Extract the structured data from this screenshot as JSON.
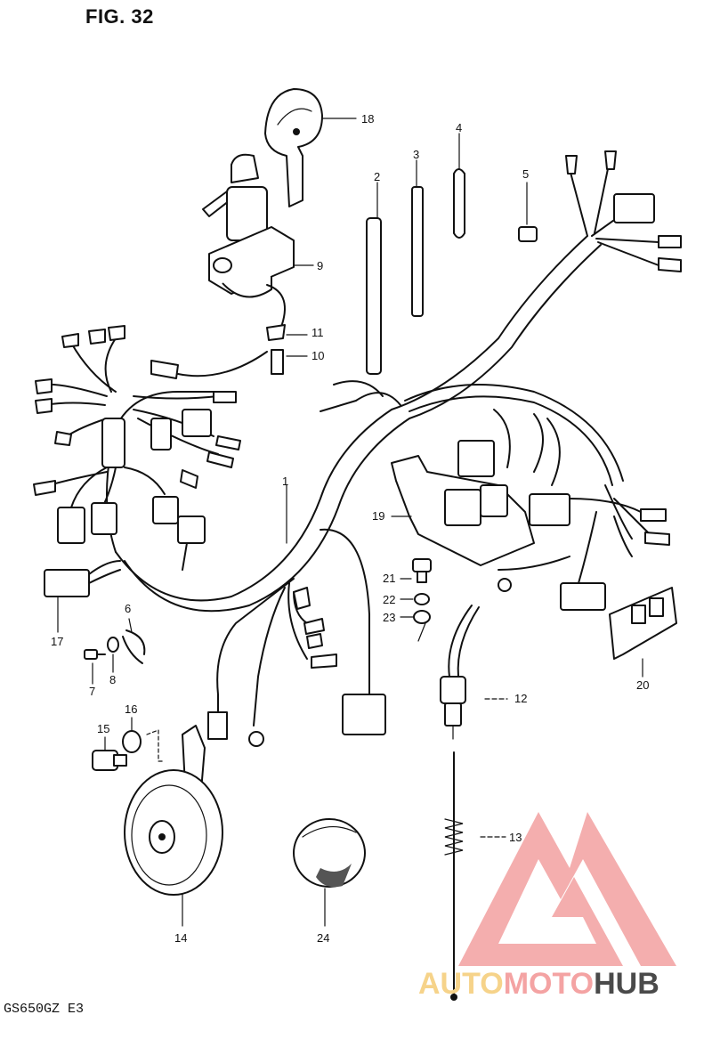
{
  "figure": {
    "title": "FIG. 32",
    "model": "GS650GZ  E3"
  },
  "callouts": [
    {
      "id": "18",
      "label": "18"
    },
    {
      "id": "4",
      "label": "4"
    },
    {
      "id": "3",
      "label": "3"
    },
    {
      "id": "2",
      "label": "2"
    },
    {
      "id": "5",
      "label": "5"
    },
    {
      "id": "9",
      "label": "9"
    },
    {
      "id": "11",
      "label": "11"
    },
    {
      "id": "10",
      "label": "10"
    },
    {
      "id": "1",
      "label": "1"
    },
    {
      "id": "19",
      "label": "19"
    },
    {
      "id": "21",
      "label": "21"
    },
    {
      "id": "22",
      "label": "22"
    },
    {
      "id": "23",
      "label": "23"
    },
    {
      "id": "17",
      "label": "17"
    },
    {
      "id": "6",
      "label": "6"
    },
    {
      "id": "7",
      "label": "7"
    },
    {
      "id": "8",
      "label": "8"
    },
    {
      "id": "12",
      "label": "12"
    },
    {
      "id": "20",
      "label": "20"
    },
    {
      "id": "15",
      "label": "15"
    },
    {
      "id": "16",
      "label": "16"
    },
    {
      "id": "13",
      "label": "13"
    },
    {
      "id": "14",
      "label": "14"
    },
    {
      "id": "24",
      "label": "24"
    }
  ],
  "watermark": {
    "part1": "AUTO",
    "part2": "MOTO",
    "part3": "HUB",
    "colors": {
      "auto": "#f6d38a",
      "moto": "#f4a3a3",
      "hub": "#4a4a4a",
      "mark": "#f2a0a0"
    }
  }
}
